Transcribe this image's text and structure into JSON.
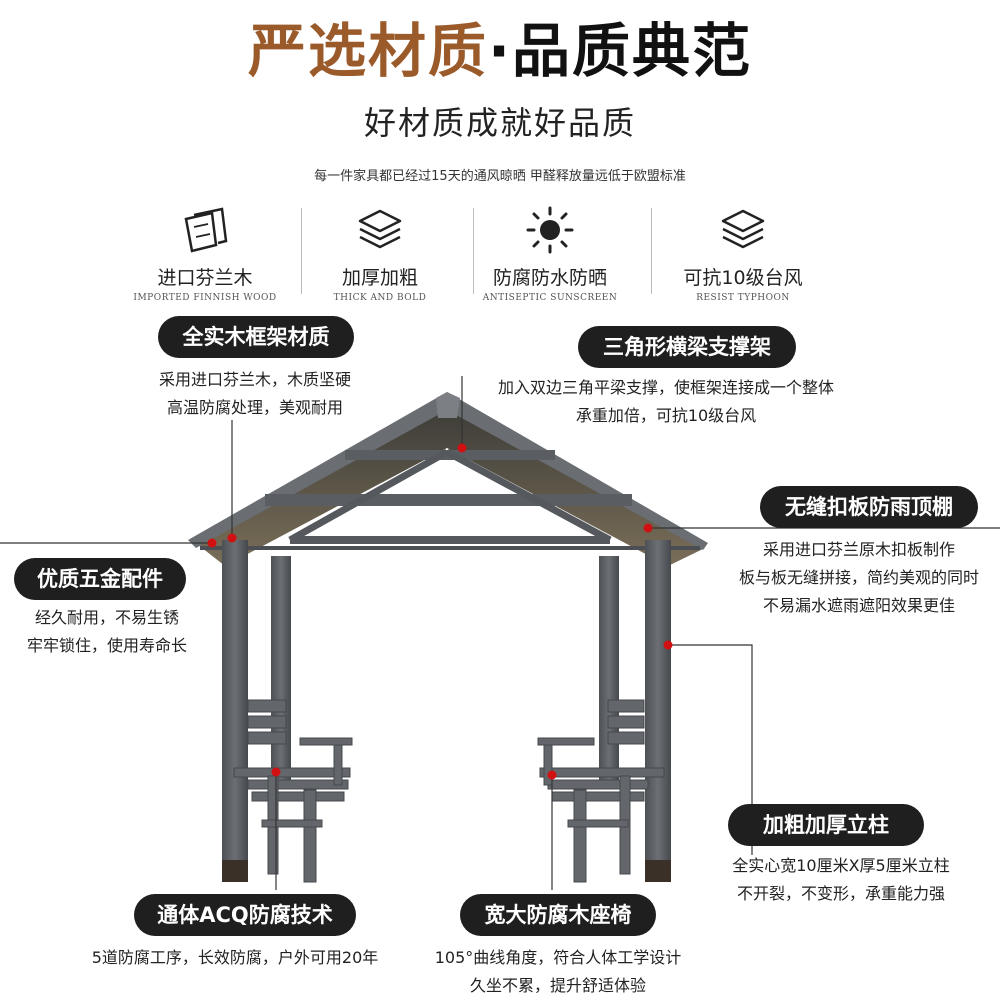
{
  "header": {
    "title_a": "严选材质",
    "title_sep": "·",
    "title_b": "品质典范",
    "subtitle": "好材质成就好品质",
    "note": "每一件家具都已经过15天的通风晾晒 甲醛释放量远低于欧盟标准"
  },
  "features": [
    {
      "icon": "wood-planks-icon",
      "cn": "进口芬兰木",
      "en": "IMPORTED FINNISH WOOD"
    },
    {
      "icon": "layers-icon",
      "cn": "加厚加粗",
      "en": "THICK AND BOLD"
    },
    {
      "icon": "sun-icon",
      "cn": "防腐防水防晒",
      "en": "ANTISEPTIC SUNSCREEN"
    },
    {
      "icon": "layers-icon",
      "cn": "可抗10级台风",
      "en": "RESIST TYPHOON"
    }
  ],
  "callouts": {
    "frame": {
      "title": "全实木框架材质",
      "desc": [
        "采用进口芬兰木，木质坚硬",
        "高温防腐处理，美观耐用"
      ]
    },
    "beam": {
      "title": "三角形横梁支撑架",
      "desc": [
        "加入双边三角平梁支撑，使框架连接成一个整体",
        "承重加倍，可抗10级台风"
      ]
    },
    "roof": {
      "title": "无缝扣板防雨顶棚",
      "desc": [
        "采用进口芬兰原木扣板制作",
        "板与板无缝拼接，简约美观的同时",
        "不易漏水遮雨遮阳效果更佳"
      ]
    },
    "hardware": {
      "title": "优质五金配件",
      "desc": [
        "经久耐用，不易生锈",
        "牢牢锁住，使用寿命长"
      ]
    },
    "pillar": {
      "title": "加粗加厚立柱",
      "desc": [
        "全实心宽10厘米X厚5厘米立柱",
        "不开裂，不变形，承重能力强"
      ]
    },
    "acq": {
      "title": "通体ACQ防腐技术",
      "desc": [
        "5道防腐工序，长效防腐，户外可用20年"
      ]
    },
    "seat": {
      "title": "宽大防腐木座椅",
      "desc": [
        "105°曲线角度，符合人体工学设计",
        "久坐不累，提升舒适体验"
      ]
    }
  },
  "colors": {
    "accent": "#9b5a2a",
    "pill": "#1f1f1f",
    "marker": "#d11111",
    "wood": "#5f6367"
  }
}
